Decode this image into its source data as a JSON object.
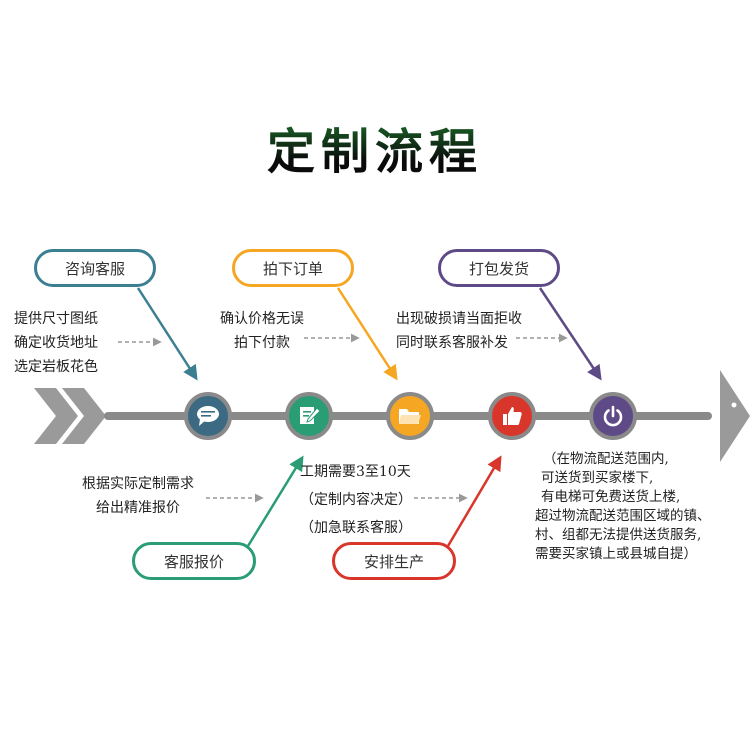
{
  "title": "定制流程",
  "colors": {
    "consult": "#3b7f93",
    "order": "#f5a623",
    "ship": "#5e4a86",
    "quote": "#2a9d75",
    "produce": "#d9362b",
    "timeline": "#8a8a8a",
    "arrow": "#999999"
  },
  "steps_top": [
    {
      "label": "咨询客服",
      "color": "#3b7f93"
    },
    {
      "label": "拍下订单",
      "color": "#f5a623"
    },
    {
      "label": "打包发货",
      "color": "#5e4a86"
    }
  ],
  "steps_bottom": [
    {
      "label": "客服报价",
      "color": "#2a9d75"
    },
    {
      "label": "安排生产",
      "color": "#d9362b"
    }
  ],
  "notes": {
    "consult": [
      "提供尺寸图纸",
      "确定收货地址",
      "选定岩板花色"
    ],
    "order": [
      "确认价格无误",
      "拍下付款"
    ],
    "ship": [
      "出现破损请当面拒收",
      "同时联系客服补发"
    ],
    "quote": [
      "根据实际定制需求",
      "给出精准报价"
    ],
    "produce": [
      "工期需要3至10天",
      "（定制内容决定）",
      "（加急联系客服）"
    ],
    "delivery": [
      "（在物流配送范围内,",
      "可送货到买家楼下,",
      "有电梯可免费送货上楼,",
      "超过物流配送范围区域的镇、",
      "村、组都无法提供送货服务,",
      "需要买家镇上或县城自提）"
    ]
  },
  "nodes": [
    {
      "icon": "chat-bubble-icon",
      "color": "#3b6a82"
    },
    {
      "icon": "pencil-icon",
      "color": "#2a9d75"
    },
    {
      "icon": "folder-icon",
      "color": "#f5a623"
    },
    {
      "icon": "thumbs-up-icon",
      "color": "#d9362b"
    },
    {
      "icon": "power-icon",
      "color": "#5e4a86"
    }
  ]
}
